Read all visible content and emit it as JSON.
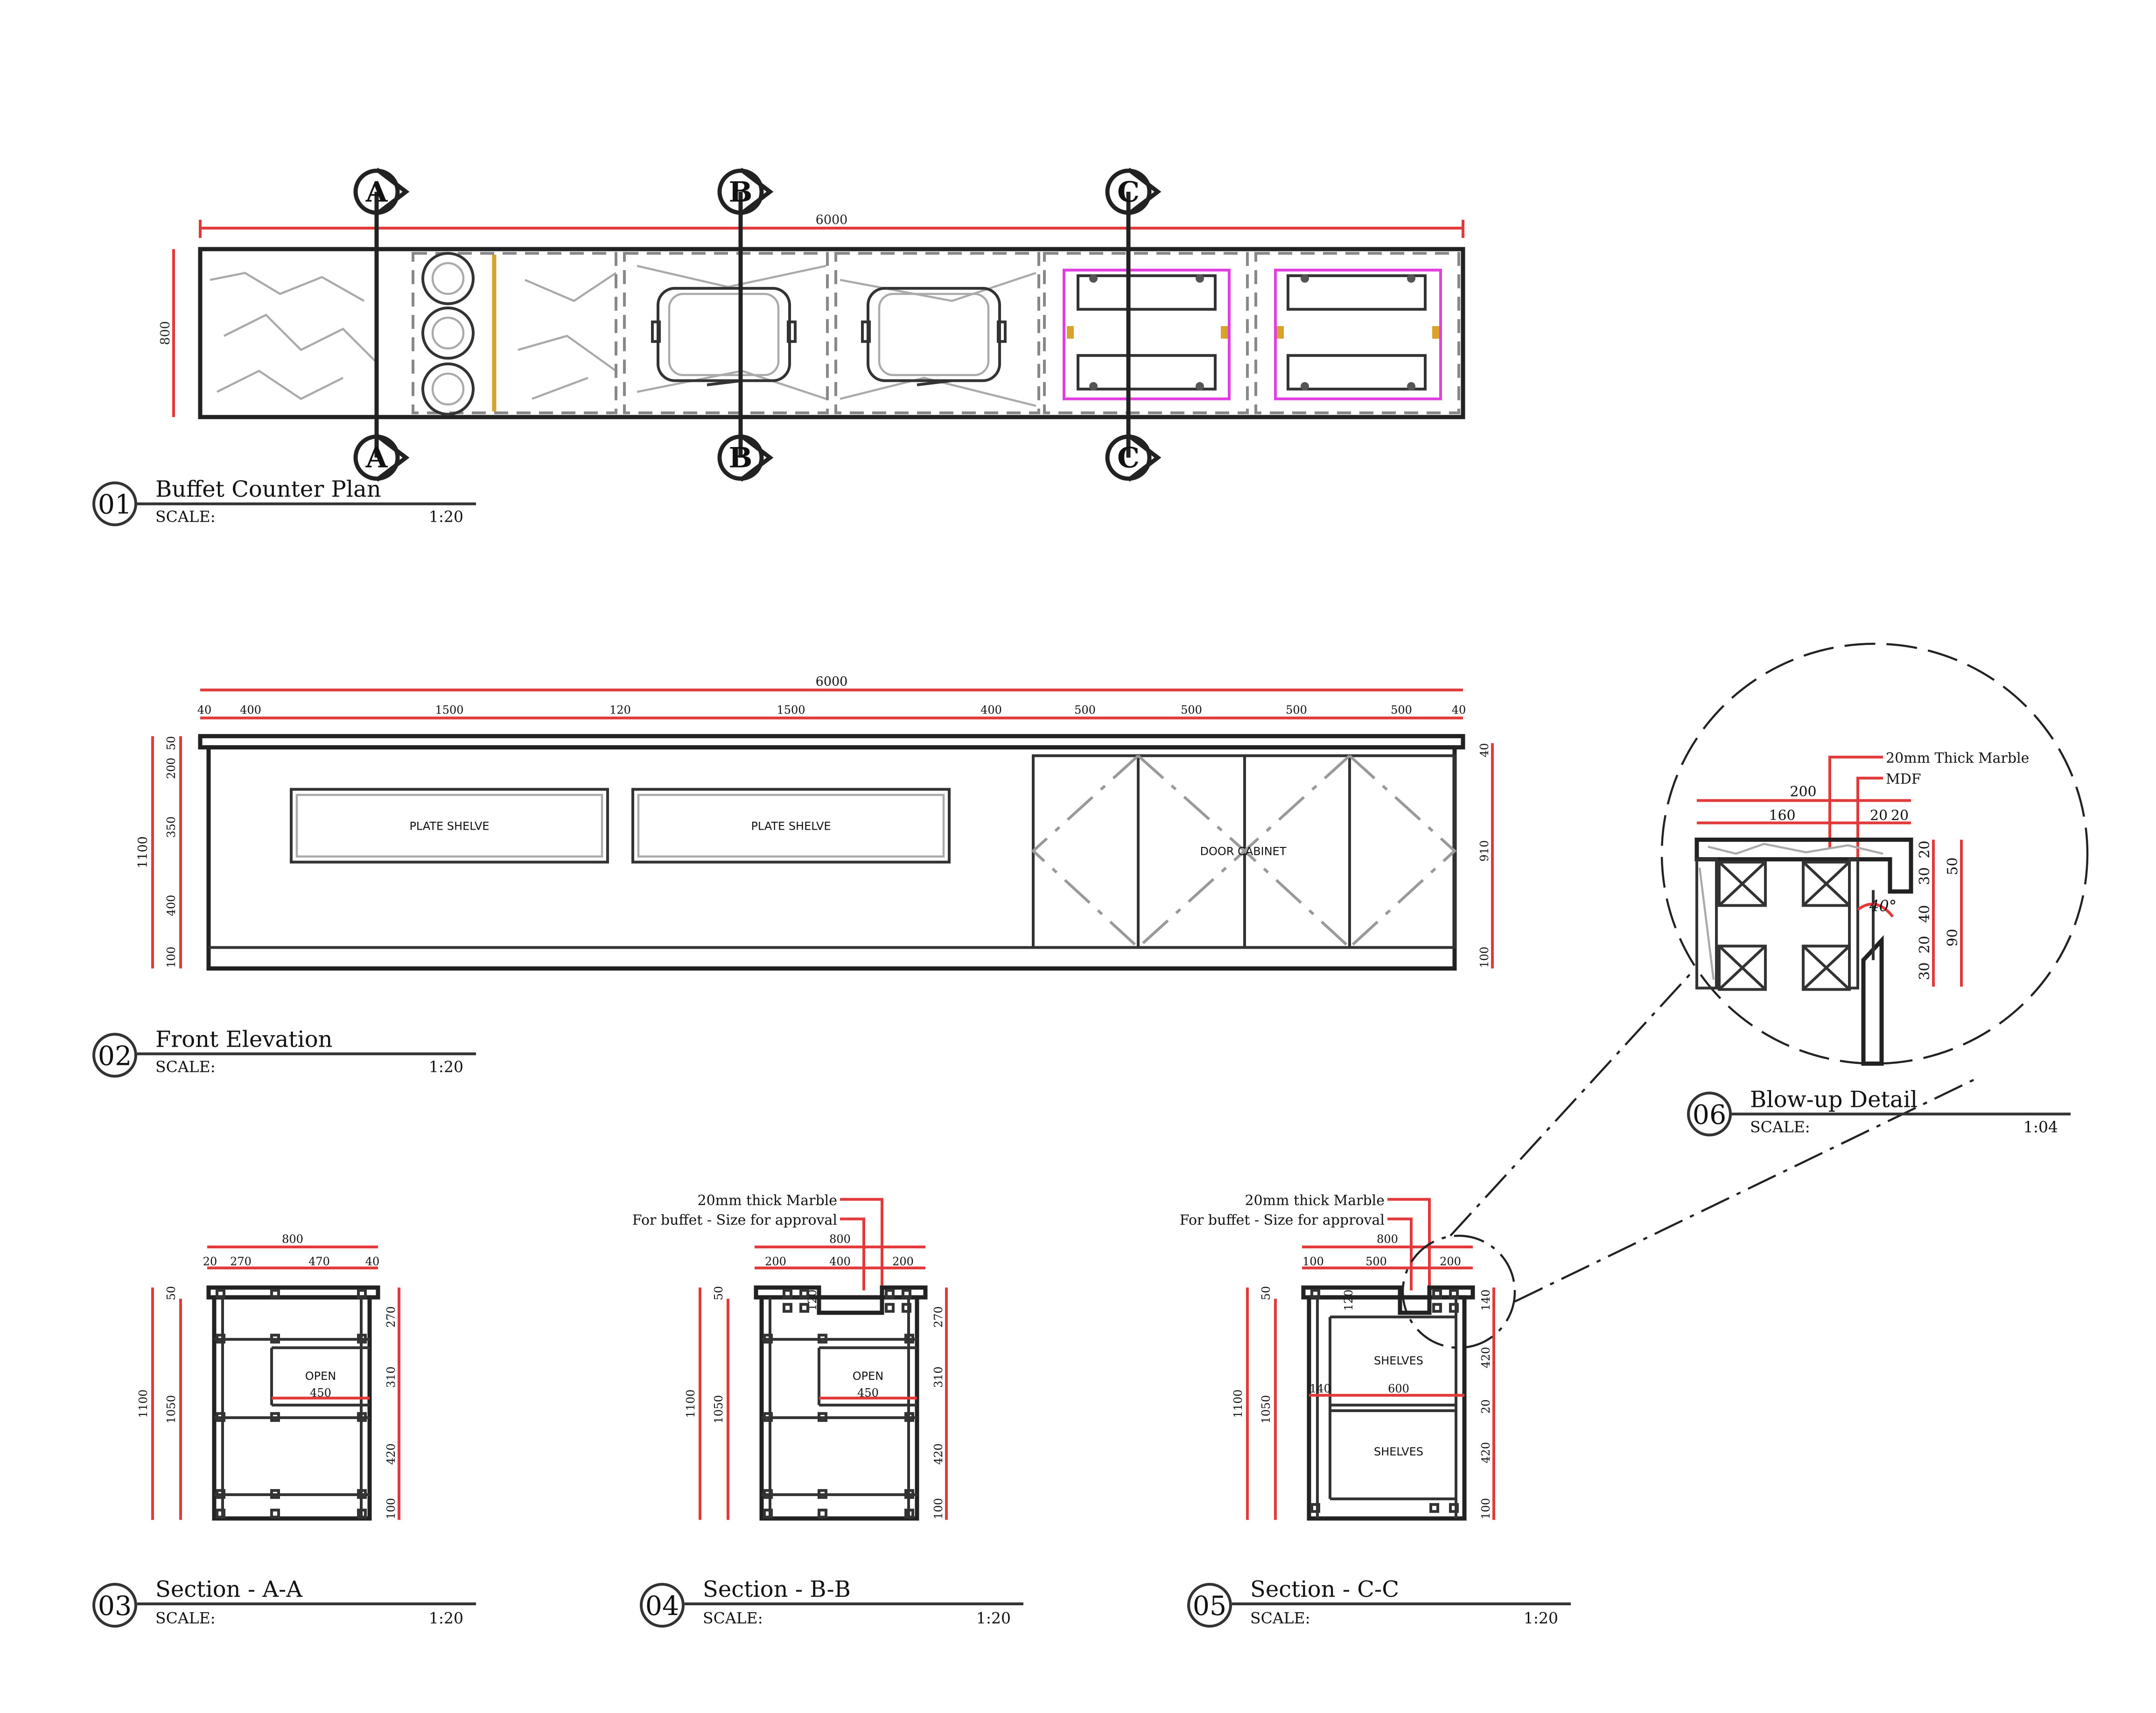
{
  "plan": {
    "number": "01",
    "title": "Buffet Counter Plan",
    "scale_label": "SCALE:",
    "scale_value": "1:20",
    "dim_length": "6000",
    "dim_depth": "800",
    "markers": [
      "A",
      "B",
      "C"
    ]
  },
  "elevation": {
    "number": "02",
    "title": "Front Elevation",
    "scale_label": "SCALE:",
    "scale_value": "1:20",
    "dim_total": "6000",
    "top_dims": [
      "40",
      "400",
      "1500",
      "120",
      "1500",
      "400",
      "500",
      "500",
      "500",
      "500",
      "40"
    ],
    "left_dims": [
      "50",
      "200",
      "350",
      "400",
      "100"
    ],
    "left_total": "1100",
    "right_dims": [
      "40",
      "910",
      "100"
    ],
    "shelf_label_1": "PLATE SHELVE",
    "shelf_label_2": "PLATE SHELVE",
    "cabinet_label": "DOOR CABINET"
  },
  "section_a": {
    "number": "03",
    "title": "Section - A-A",
    "scale_label": "SCALE:",
    "scale_value": "1:20",
    "dim_width": "800",
    "top_dims": [
      "20",
      "270",
      "470",
      "40"
    ],
    "left_total": "1100",
    "left_inner": "1050",
    "left_top": "50",
    "right_dims": [
      "270",
      "310",
      "420",
      "100"
    ],
    "open_label": "OPEN",
    "open_dim": "450"
  },
  "section_b": {
    "number": "04",
    "title": "Section - B-B",
    "scale_label": "SCALE:",
    "scale_value": "1:20",
    "note_1": "20mm thick Marble",
    "note_2": "For buffet - Size for approval",
    "dim_width": "800",
    "top_dims": [
      "200",
      "400",
      "200"
    ],
    "inner_dim": "120",
    "left_total": "1100",
    "left_inner": "1050",
    "left_top": "50",
    "right_dims": [
      "270",
      "310",
      "420",
      "100"
    ],
    "open_label": "OPEN",
    "open_dim": "450"
  },
  "section_c": {
    "number": "05",
    "title": "Section - C-C",
    "scale_label": "SCALE:",
    "scale_value": "1:20",
    "note_1": "20mm thick Marble",
    "note_2": "For buffet - Size for approval",
    "dim_width": "800",
    "top_dims": [
      "100",
      "500",
      "200"
    ],
    "inner_dim": "120",
    "left_total": "1100",
    "left_inner": "1050",
    "left_top": "50",
    "right_dims": [
      "140",
      "420",
      "20",
      "420",
      "100"
    ],
    "shelf_label_1": "SHELVES",
    "shelf_label_2": "SHELVES",
    "mid_dims": [
      "140",
      "600"
    ]
  },
  "detail": {
    "number": "06",
    "title": "Blow-up Detail",
    "scale_label": "SCALE:",
    "scale_value": "1:04",
    "note_1": "20mm Thick Marble",
    "note_2": "MDF",
    "dim_top": "200",
    "dim_parts": [
      "160",
      "20",
      "20"
    ],
    "right_small": [
      "20",
      "30",
      "40",
      "20",
      "30"
    ],
    "right_big": [
      "50",
      "90"
    ],
    "angle": "40°"
  }
}
